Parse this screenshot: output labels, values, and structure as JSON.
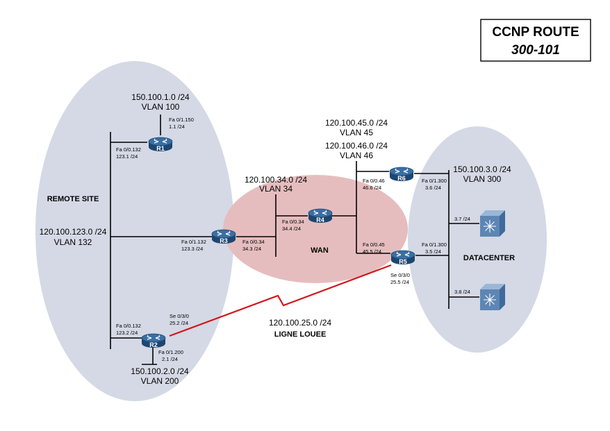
{
  "title": {
    "line1": "CCNP ROUTE",
    "line2": "300-101"
  },
  "zones": {
    "remote": "REMOTE SITE",
    "wan": "WAN",
    "datacenter": "DATACENTER",
    "leased": "LIGNE LOUEE"
  },
  "routers": {
    "r1": "R1",
    "r2": "R2",
    "r3": "R3",
    "r4": "R4",
    "r5": "R5",
    "r6": "R6"
  },
  "networks": {
    "n150_1": {
      "subnet": "150.100.1.0 /24",
      "vlan": "VLAN 100"
    },
    "n120_123": {
      "subnet": "120.100.123.0 /24",
      "vlan": "VLAN 132"
    },
    "n150_2": {
      "subnet": "150.100.2.0 /24",
      "vlan": "VLAN 200"
    },
    "n120_34": {
      "subnet": "120.100.34.0 /24",
      "vlan": "VLAN 34"
    },
    "n120_45": {
      "subnet": "120.100.45.0 /24",
      "vlan": "VLAN 45"
    },
    "n120_46": {
      "subnet": "120.100.46.0 /24",
      "vlan": "VLAN 46"
    },
    "n150_3": {
      "subnet": "150.100.3.0 /24",
      "vlan": "VLAN 300"
    },
    "n120_25": {
      "subnet": "120.100.25.0 /24"
    }
  },
  "interfaces": {
    "r1_fa150": {
      "name": "Fa 0/1.150",
      "ip": "1.1 /24"
    },
    "r1_fa132": {
      "name": "Fa 0/0.132",
      "ip": "123.1 /24"
    },
    "r3_fa132": {
      "name": "Fa 0/1.132",
      "ip": "123.3 /24"
    },
    "r3_fa34": {
      "name": "Fa 0/0.34",
      "ip": "34.3 /24"
    },
    "r4_fa34": {
      "name": "Fa 0/0.34",
      "ip": "34.4 /24"
    },
    "r6_fa46": {
      "name": "Fa 0/0.46",
      "ip": "46.6 /24"
    },
    "r6_fa300": {
      "name": "Fa 0/1.300",
      "ip": "3.6 /24"
    },
    "r5_fa45": {
      "name": "Fa 0/0.45",
      "ip": "45.5 /24"
    },
    "r5_fa300": {
      "name": "Fa 0/1.300",
      "ip": "3.5 /24"
    },
    "r5_se": {
      "name": "Se 0/3/0",
      "ip": "25.5 /24"
    },
    "r2_se": {
      "name": "Se 0/3/0",
      "ip": "25.2 /24"
    },
    "r2_fa132": {
      "name": "Fa 0/0.132",
      "ip": "123.2 /24"
    },
    "r2_fa200": {
      "name": "Fa 0/1.200",
      "ip": "2.1 /24"
    },
    "sw1": {
      "ip": "3.7 /24"
    },
    "sw2": {
      "ip": "3.8 /24"
    }
  },
  "colors": {
    "ellipse_blue": "#d4d9e5",
    "ellipse_pink": "#e6bdbf",
    "router_fill": "#2f6394",
    "router_dark": "#1e4670",
    "switch_fill": "#5d86b4",
    "serial_link": "#d0191c"
  }
}
